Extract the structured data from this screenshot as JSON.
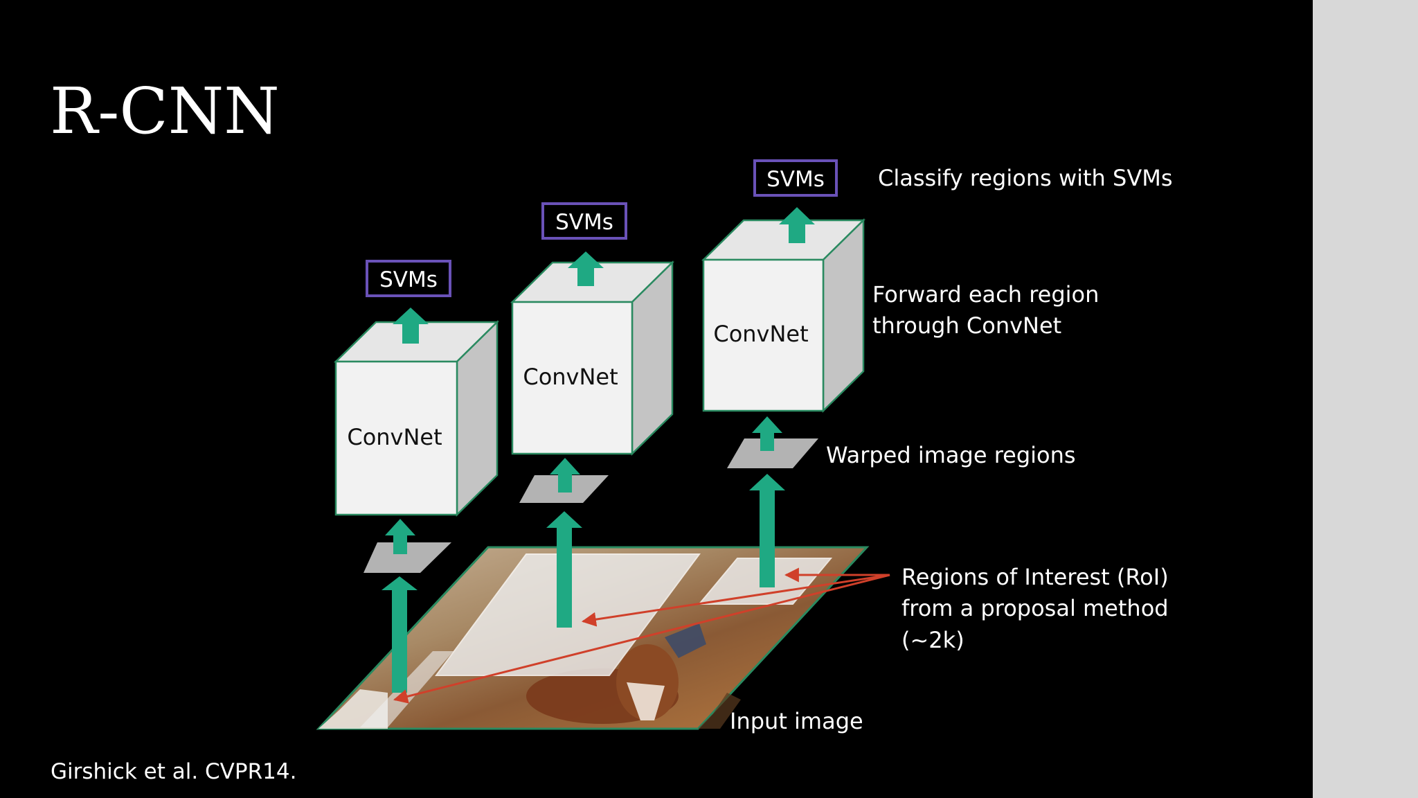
{
  "title": "R-CNN",
  "citation": "Girshick et al. CVPR14.",
  "svm_label": "SVMs",
  "convnet_label": "ConvNet",
  "annotations": {
    "classify": "Classify regions  with SVMs",
    "forward_line1": "Forward each region",
    "forward_line2": "through  ConvNet",
    "warped": "Warped image regions",
    "roi_line1": "Regions of  Interest (RoI)",
    "roi_line2": "from  a  proposal method",
    "roi_line3": "(~2k)",
    "input": "Input image"
  },
  "colors": {
    "arrow": "#1fa983",
    "svm_border": "#6a52b8",
    "box_front": "#f2f2f2",
    "box_side": "#c4c4c4",
    "box_top": "#e6e6e6",
    "box_edge": "#2a8a60",
    "patch": "#b3b3b3",
    "roi_pointer": "#d0402a",
    "sidebar": "#d8d8d8"
  }
}
